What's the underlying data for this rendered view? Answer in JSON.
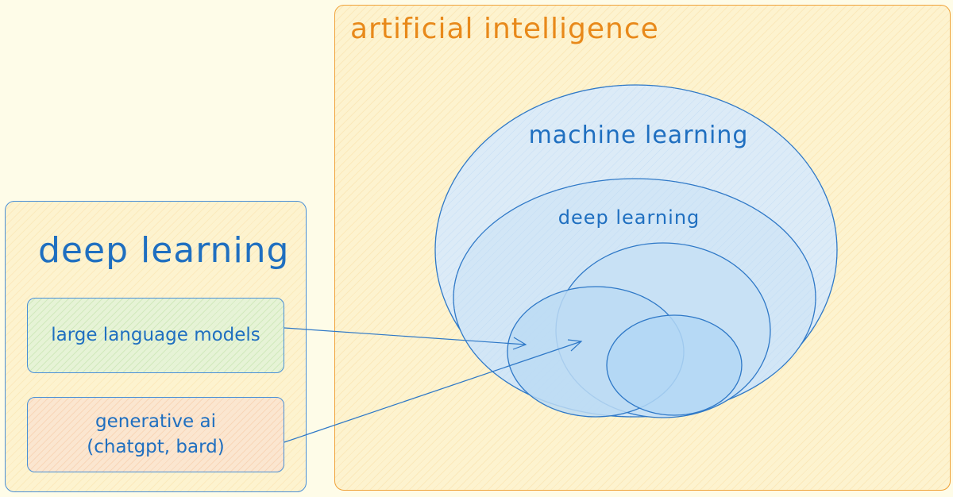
{
  "ai_panel": {
    "title": "artificial intelligence"
  },
  "diagram": {
    "machine_learning": "machine learning",
    "deep_learning": "deep learning"
  },
  "deep_learning_panel": {
    "title": "deep learning",
    "boxes": {
      "llm": "large language models",
      "generative": {
        "line1": "generative ai",
        "line2": "(chatgpt, bard)"
      }
    }
  },
  "colors": {
    "ai_orange": "#e8891a",
    "diagram_blue": "#1f6fc0",
    "background": "#fefce8"
  }
}
